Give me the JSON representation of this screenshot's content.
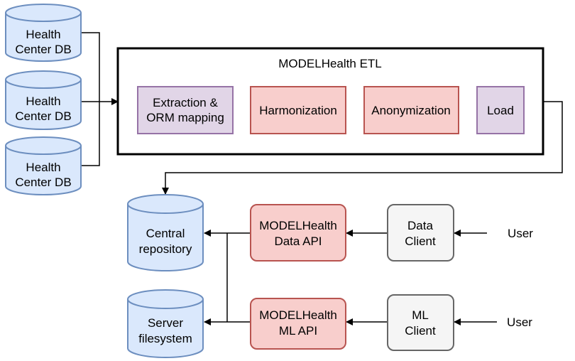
{
  "etl": {
    "title": "MODELHealth ETL",
    "steps": [
      {
        "line1": "Extraction &",
        "line2": "ORM mapping"
      },
      {
        "line1": "Harmonization"
      },
      {
        "line1": "Anonymization"
      },
      {
        "line1": "Load"
      }
    ]
  },
  "sources": [
    {
      "line1": "Health",
      "line2": "Center DB"
    },
    {
      "line1": "Health",
      "line2": "Center DB"
    },
    {
      "line1": "Health",
      "line2": "Center DB"
    }
  ],
  "storage": {
    "central": {
      "line1": "Central",
      "line2": "repository"
    },
    "server": {
      "line1": "Server",
      "line2": "filesystem"
    }
  },
  "apis": {
    "data_api": {
      "line1": "MODELHealth",
      "line2": "Data API"
    },
    "ml_api": {
      "line1": "MODELHealth",
      "line2": "ML API"
    }
  },
  "clients": {
    "data_client": {
      "line1": "Data",
      "line2": "Client"
    },
    "ml_client": {
      "line1": "ML",
      "line2": "Client"
    }
  },
  "users": [
    {
      "label": "User"
    },
    {
      "label": "User"
    }
  ],
  "colors": {
    "cyl_fill": "#dae8fc",
    "cyl_stroke": "#6c8ebf",
    "purple_fill": "#e1d5e7",
    "purple_stroke": "#9673a6",
    "red_fill": "#f8cecc",
    "red_stroke": "#b85450",
    "gray_fill": "#f5f5f5",
    "gray_stroke": "#666666"
  }
}
